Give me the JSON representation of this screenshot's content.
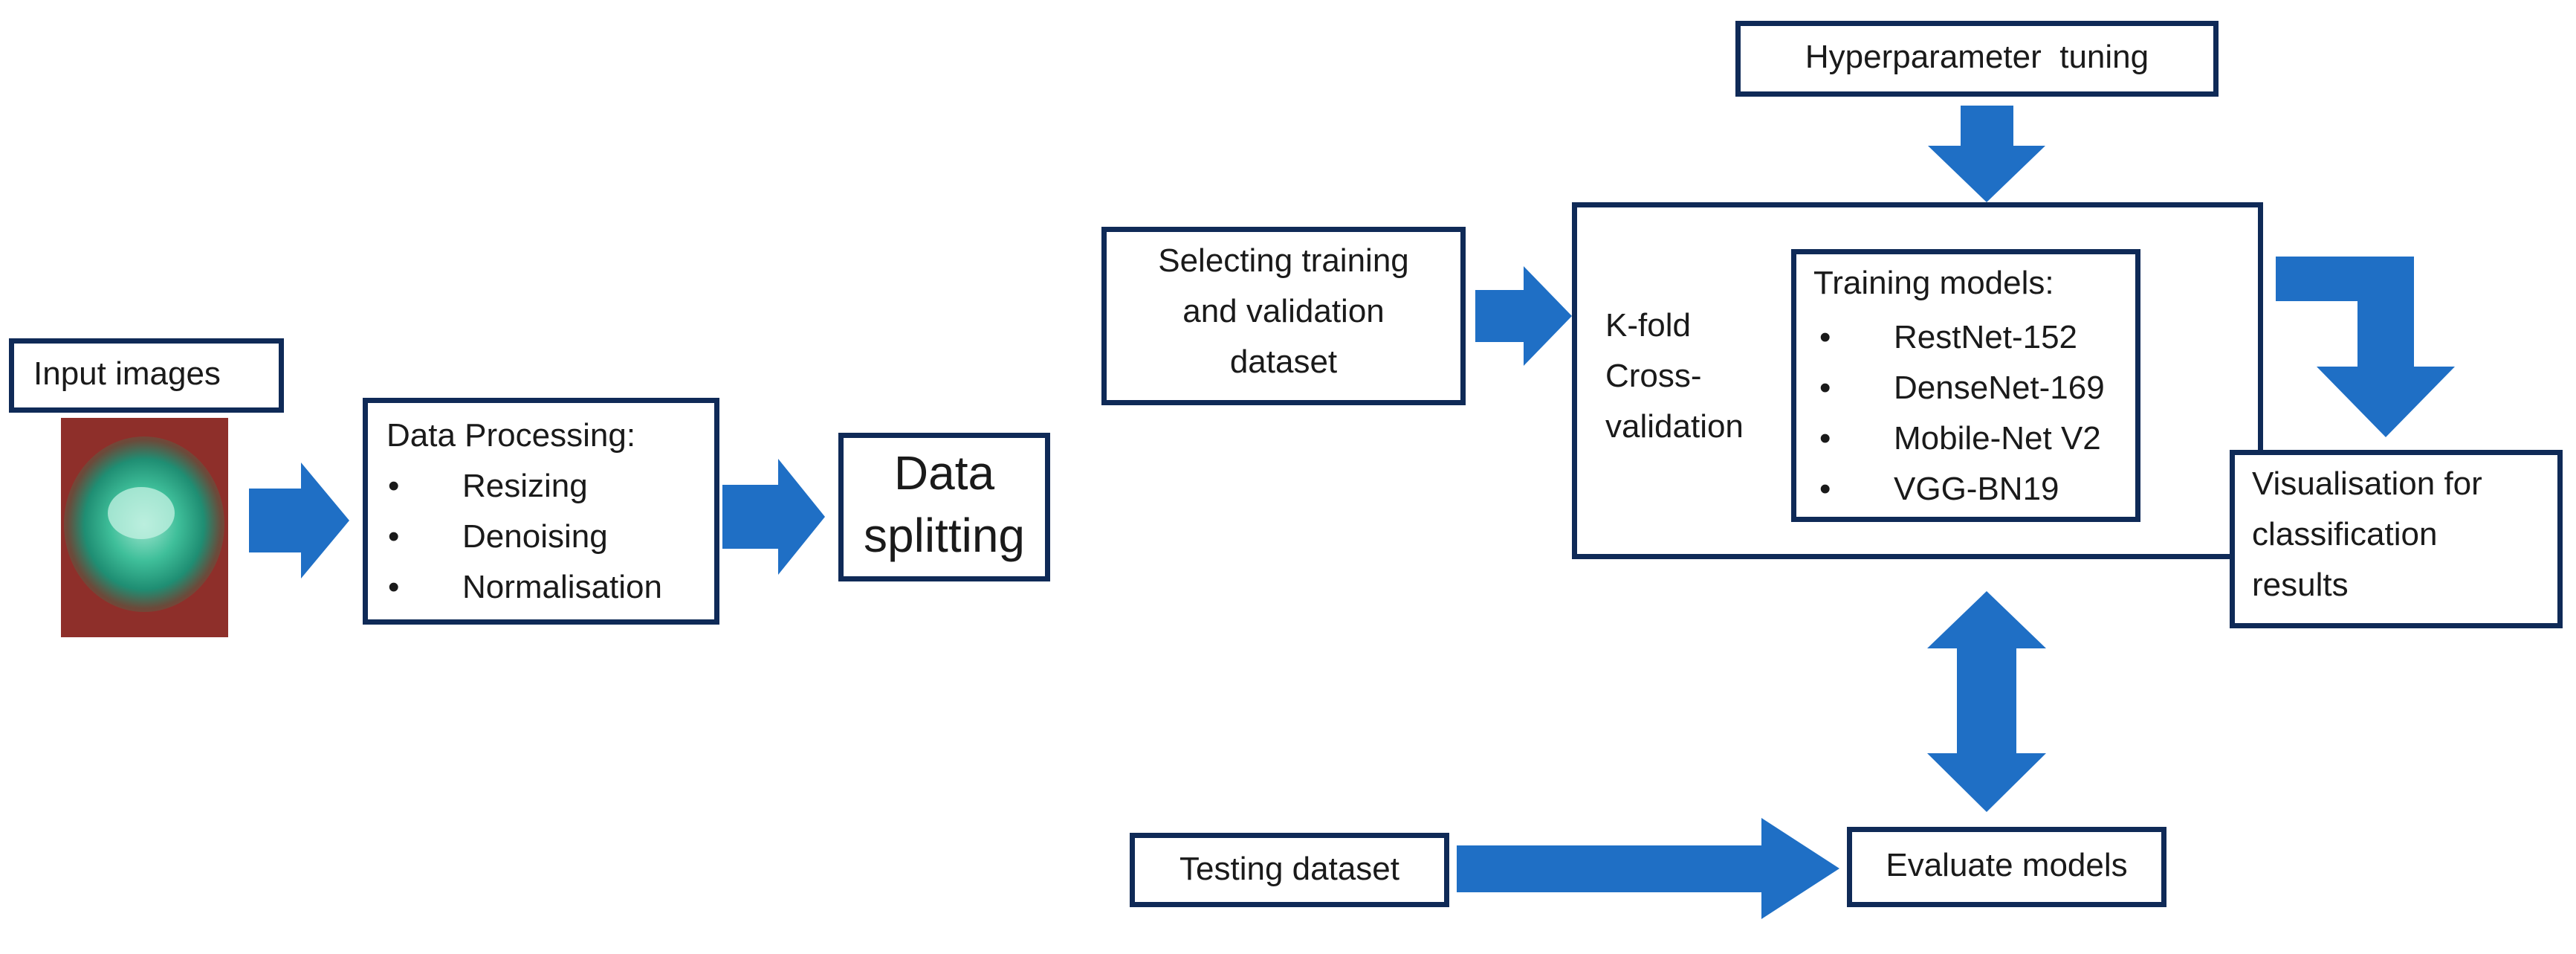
{
  "diagram": {
    "input_box": {
      "label": "Input images"
    },
    "input_image": {
      "description": "eye-fluorescein-image"
    },
    "data_processing": {
      "title": "Data Processing:",
      "steps": [
        "Resizing",
        "Denoising",
        "Normalisation"
      ]
    },
    "data_splitting": {
      "line1": "Data",
      "line2": "splitting"
    },
    "selecting_dataset": {
      "line1": "Selecting training",
      "line2": "and validation",
      "line3": "dataset"
    },
    "testing_dataset": {
      "label": "Testing dataset"
    },
    "hyperparameter": {
      "label": "Hyperparameter  tuning"
    },
    "kfold": {
      "line1": "K-fold",
      "line2": "Cross-",
      "line3": "validation"
    },
    "training_models": {
      "title": "Training models:",
      "models": [
        "RestNet-152",
        "DenseNet-169",
        "Mobile-Net V2",
        "VGG-BN19"
      ]
    },
    "evaluate": {
      "label": "Evaluate models"
    },
    "visualisation": {
      "line1": "Visualisation for",
      "line2": "classification",
      "line3": "results"
    }
  },
  "colors": {
    "arrow": "#1f6fc5",
    "box_border": "#0f2a57",
    "text": "#1a1a1a"
  }
}
